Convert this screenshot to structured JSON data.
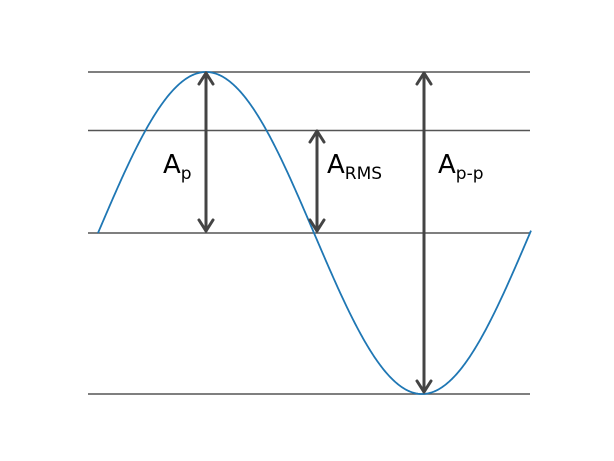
{
  "labels": {
    "peak": {
      "main": "A",
      "sub": "p"
    },
    "rms": {
      "main": "A",
      "sub": "RMS"
    },
    "peak_to_peak": {
      "main": "A",
      "sub": "p-p"
    }
  },
  "colors": {
    "wave": "#1f77b4",
    "lines": "#555555",
    "arrows": "#444444",
    "text": "#000000",
    "background": "#ffffff"
  }
}
